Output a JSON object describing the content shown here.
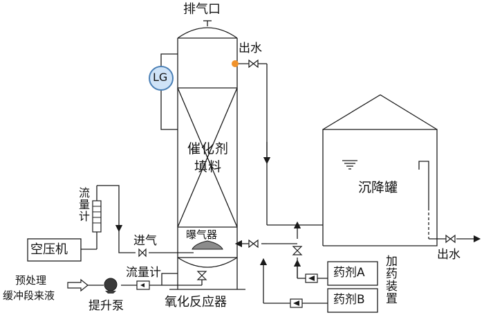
{
  "labels": {
    "exhaust": "排气口",
    "outlet_top": "出水",
    "lg": "LG",
    "catalyst_1": "催化剂",
    "catalyst_2": "填料",
    "settling_tank": "沉降罐",
    "aerator": "曝气器",
    "air_in": "进气",
    "flowmeter_air": "流量计",
    "compressor": "空压机",
    "flowmeter": "流量计",
    "pretreat_1": "预处理",
    "pretreat_2": "缓冲段来液",
    "pump": "提升泵",
    "reactor": "氧化反应器",
    "agent_a": "药剂A",
    "agent_b": "药剂B",
    "dosing": "加药装置",
    "outlet_right": "出水"
  },
  "colors": {
    "line": "#1a1a1a",
    "lg_fill": "#cfe3f7",
    "lg_stroke": "#4a7fb5",
    "outlet_dot": "#f0922b"
  }
}
